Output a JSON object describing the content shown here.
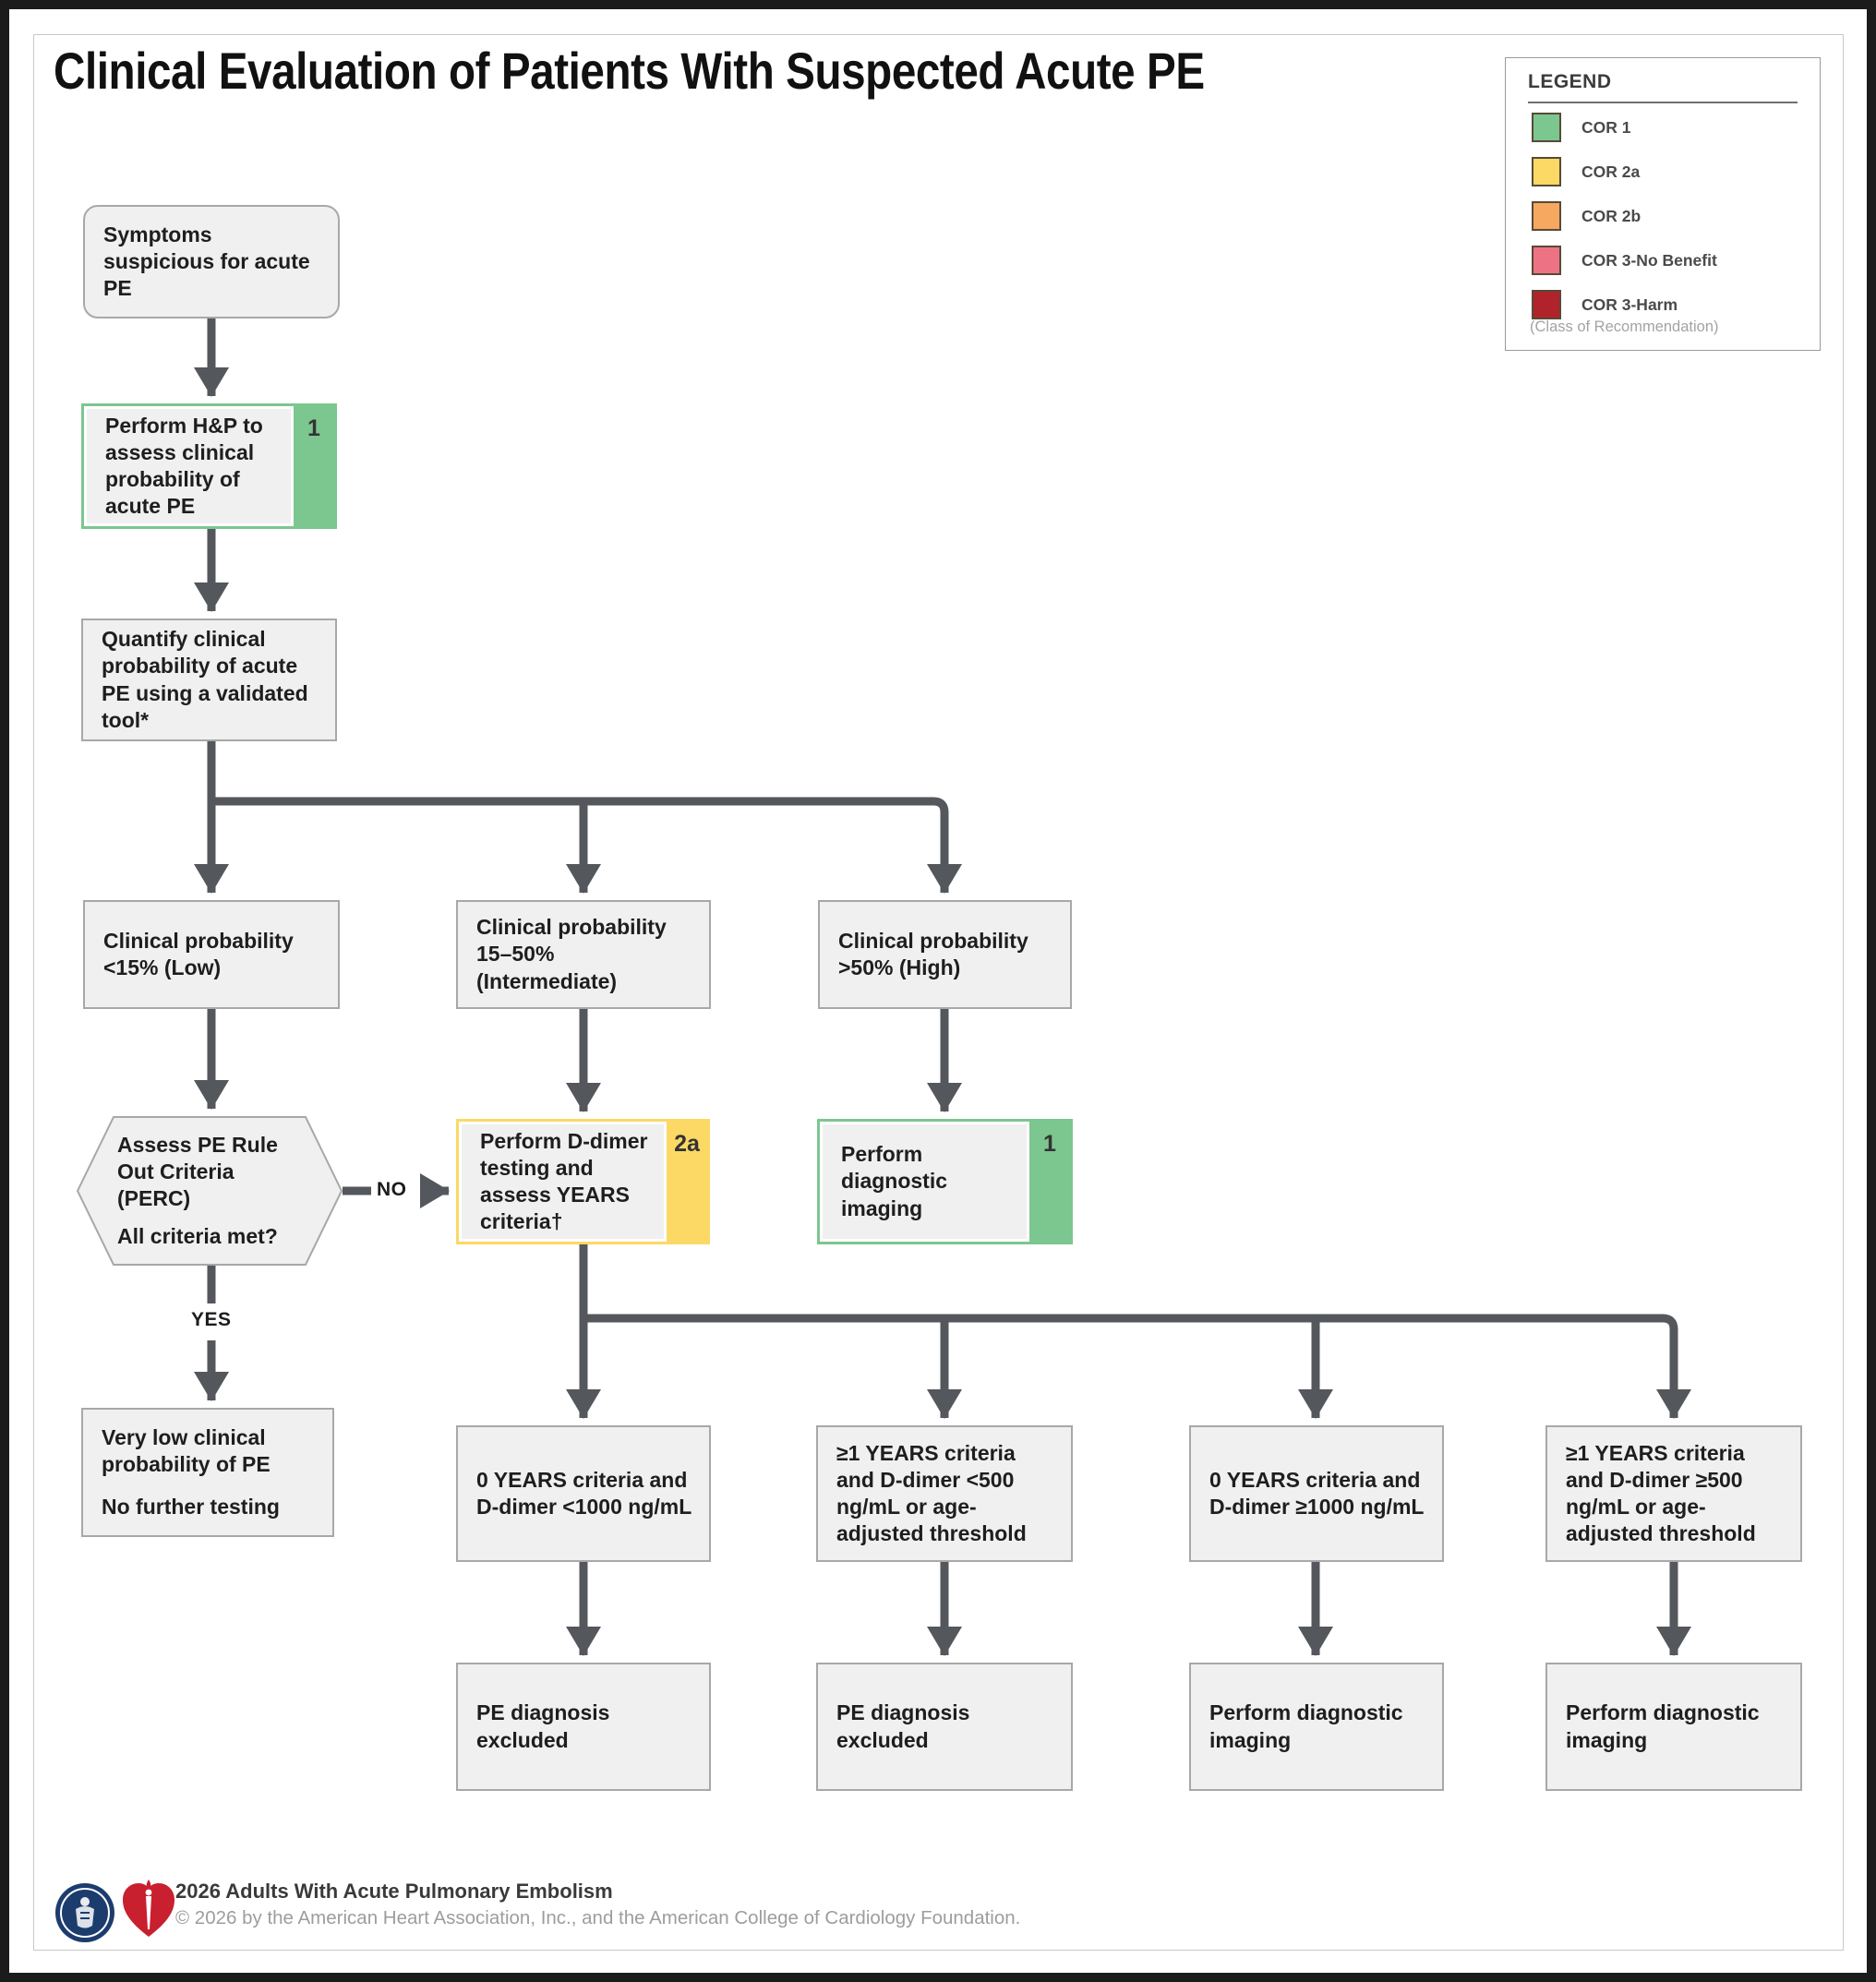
{
  "title": "Clinical Evaluation of Patients With Suspected Acute PE",
  "legend": {
    "title": "LEGEND",
    "caption": "(Class of Recommendation)",
    "items": [
      {
        "label": "COR 1",
        "color": "#7cc690"
      },
      {
        "label": "COR 2a",
        "color": "#fbd964"
      },
      {
        "label": "COR 2b",
        "color": "#f6a860"
      },
      {
        "label": "COR 3-No Benefit",
        "color": "#ed7384"
      },
      {
        "label": "COR 3-Harm",
        "color": "#b1232a"
      }
    ]
  },
  "nodes": {
    "symptoms": {
      "text": "Symptoms suspicious for acute PE"
    },
    "perform_hp": {
      "text": "Perform H&P to assess clinical probability of acute PE",
      "cor": "1",
      "color": "#7cc690"
    },
    "quantify": {
      "text": "Quantify clinical probability of acute PE using a validated tool*"
    },
    "prob_low": {
      "text": "Clinical probability <15% (Low)"
    },
    "prob_int": {
      "text": "Clinical probability 15–50% (Intermediate)"
    },
    "prob_high": {
      "text": "Clinical probability >50% (High)"
    },
    "perc": {
      "line1": "Assess PE Rule Out Criteria (PERC)",
      "line2": "All criteria met?"
    },
    "ddimer": {
      "text": "Perform D-dimer testing and assess YEARS criteria†",
      "cor": "2a",
      "color": "#fbd964"
    },
    "imaging_high": {
      "text": "Perform diagnostic imaging",
      "cor": "1",
      "color": "#7cc690"
    },
    "very_low": {
      "line1": "Very low clinical probability of PE",
      "line2": "No further testing"
    },
    "years0_low": {
      "text": "0 YEARS criteria and D-dimer <1000 ng/mL"
    },
    "years1_low": {
      "text": "≥1 YEARS criteria and D-dimer <500 ng/mL or age-adjusted threshold"
    },
    "years0_high": {
      "text": "0 YEARS criteria and D-dimer ≥1000 ng/mL"
    },
    "years1_high": {
      "text": "≥1 YEARS criteria and D-dimer ≥500 ng/mL or age-adjusted threshold"
    },
    "excluded1": {
      "text": "PE diagnosis excluded"
    },
    "excluded2": {
      "text": "PE diagnosis excluded"
    },
    "imaging2": {
      "text": "Perform diagnostic imaging"
    },
    "imaging3": {
      "text": "Perform diagnostic imaging"
    }
  },
  "edge_labels": {
    "no": "NO",
    "yes": "YES"
  },
  "footer": {
    "line1": "2026 Adults With Acute Pulmonary Embolism",
    "line2": "© 2026 by the American Heart Association, Inc., and the American College of Cardiology Foundation."
  }
}
